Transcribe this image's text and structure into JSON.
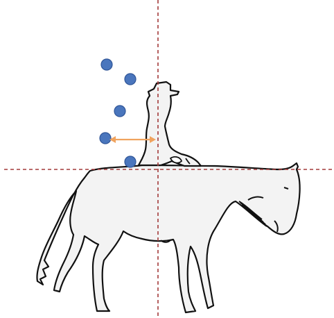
{
  "colors": {
    "background": "#ffffff",
    "outline": "#111111",
    "fill": "#f3f3f3",
    "guide_line": "#a33a3a",
    "marker_fill": "#4a76bd",
    "marker_stroke": "#2f5597",
    "arrow": "#f0a35e"
  },
  "elements": {
    "horse_and_rider": "horse-and-rider-silhouette",
    "vertical_guide": "dashed-vertical-line",
    "horizontal_guide": "dashed-horizontal-line",
    "arrow": "double-headed-arrow"
  },
  "marker_count": 5
}
